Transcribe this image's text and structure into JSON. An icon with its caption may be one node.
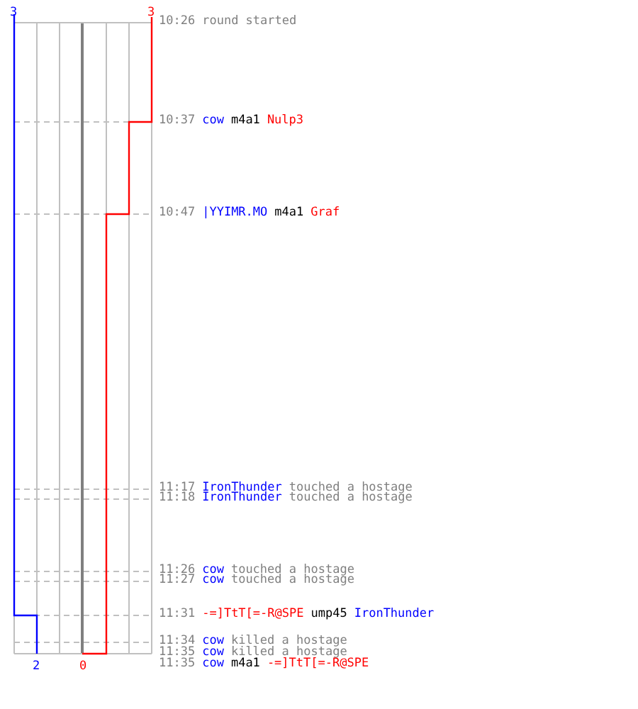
{
  "diagram": {
    "labels": [
      "3",
      "3",
      "10:26",
      "round started",
      "10:37",
      "cow",
      "m4a1",
      "Nulp3",
      "10:47",
      "|YYIMR.MO",
      "m4a1",
      "Graf",
      "11:17",
      "IronThunder",
      "touched a hostage",
      "11:18",
      "IronThunder",
      "touched a hostage",
      "11:26",
      "cow",
      "touched a hostage",
      "11:27",
      "cow",
      "touched a hostage",
      "11:31",
      "-=]TtT[=-R@SPE",
      "ump45",
      "IronThunder",
      "11:34",
      "cow",
      "killed a hostage",
      "11:35",
      "cow",
      "killed a hostage",
      "2",
      "0",
      "11:35",
      "cow",
      "m4a1",
      "-=]TtT[=-R@SPE"
    ]
  }
}
